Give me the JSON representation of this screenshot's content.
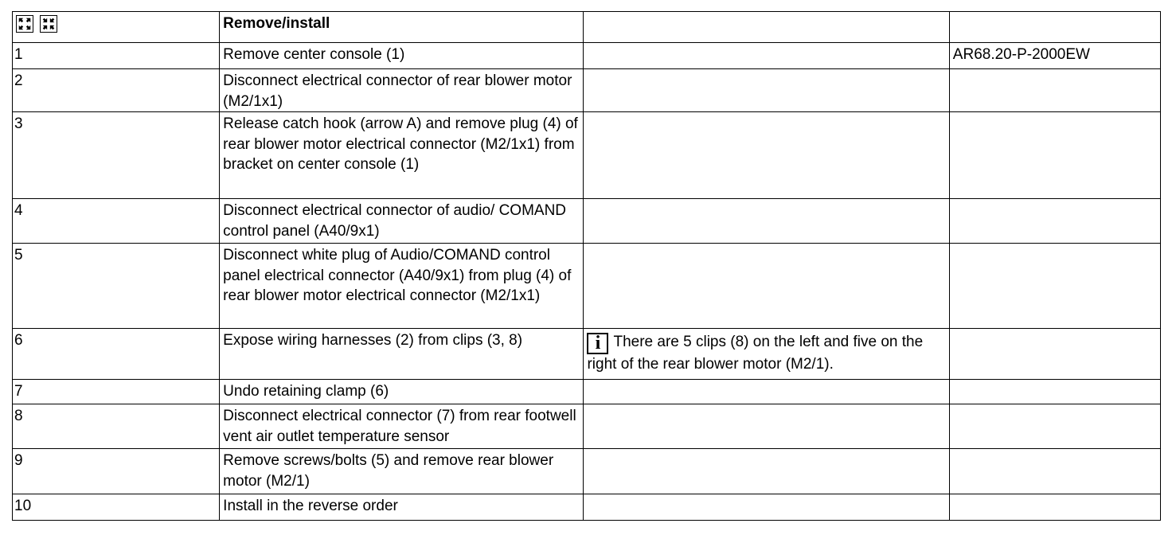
{
  "header": {
    "title": "Remove/install",
    "icons": [
      "expand-view-icon",
      "collapse-view-icon"
    ]
  },
  "rows": [
    {
      "step": "1",
      "text": "Remove center console (1)",
      "note": "",
      "ref": "AR68.20-P-2000EW"
    },
    {
      "step": "2",
      "text": "Disconnect electrical connector of rear blower motor (M2/1x1)",
      "note": "",
      "ref": ""
    },
    {
      "step": "3",
      "text": "Release catch hook (arrow A) and remove plug (4) of rear blower motor electrical connector (M2/1x1) from bracket on center console (1)",
      "note": "",
      "ref": ""
    },
    {
      "step": "4",
      "text": "Disconnect electrical connector of audio/ COMAND control panel (A40/9x1)",
      "note": "",
      "ref": ""
    },
    {
      "step": "5",
      "text": "Disconnect white plug of Audio/COMAND control panel electrical connector (A40/9x1) from plug (4) of rear blower motor electrical connector (M2/1x1)",
      "note": "",
      "ref": ""
    },
    {
      "step": "6",
      "text": "Expose wiring harnesses (2) from clips (3, 8)",
      "note": "There are 5 clips (8) on the left and five on the right of the rear blower motor (M2/1).",
      "note_icon": "info-icon",
      "ref": ""
    },
    {
      "step": "7",
      "text": "Undo retaining clamp (6)",
      "note": "",
      "ref": ""
    },
    {
      "step": "8",
      "text": "Disconnect electrical connector (7) from rear footwell vent air outlet temperature sensor",
      "note": "",
      "ref": ""
    },
    {
      "step": "9",
      "text": "Remove screws/bolts (5) and remove rear blower motor (M2/1)",
      "note": "",
      "ref": ""
    },
    {
      "step": "10",
      "text": "Install in the reverse order",
      "note": "",
      "ref": ""
    }
  ],
  "info_icon_glyph": "i"
}
